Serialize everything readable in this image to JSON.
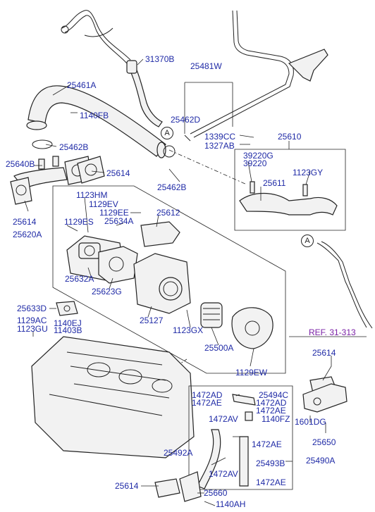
{
  "labels": {
    "p31370B": "31370B",
    "p25481W": "25481W",
    "p25461A": "25461A",
    "p1140FB": "1140FB",
    "p25462D": "25462D",
    "p1339CC": "1339CC",
    "p1327AB": "1327AB",
    "p25610": "25610",
    "p25462B_top": "25462B",
    "p39220G": "39220G",
    "p39220": "39220",
    "p25640B": "25640B",
    "p25614_a": "25614",
    "p1123GY": "1123GY",
    "p25462B_mid": "25462B",
    "p25611": "25611",
    "p1123HM": "1123HM",
    "p1129EV": "1129EV",
    "p1129EE": "1129EE",
    "p25612": "25612",
    "p25614_b": "25614",
    "p1129ES": "1129ES",
    "p25634A": "25634A",
    "p25620A": "25620A",
    "p25632A": "25632A",
    "p25623G": "25623G",
    "p25127": "25127",
    "p25633D": "25633D",
    "p1129AC": "1129AC",
    "p1140EJ": "1140EJ",
    "p1123GU": "1123GU",
    "p11403B": "11403B",
    "p1123GX": "1123GX",
    "ref31313": "REF. 31-313",
    "p25500A": "25500A",
    "p25614_c": "25614",
    "p1129EW": "1129EW",
    "p1472AD_a": "1472AD",
    "p1472AE_a": "1472AE",
    "p25494C": "25494C",
    "p1472AD_b": "1472AD",
    "p1472AE_b": "1472AE",
    "p1472AV_a": "1472AV",
    "p1140FZ": "1140FZ",
    "p1601DG": "1601DG",
    "p1472AE_c": "1472AE",
    "p25492A": "25492A",
    "p25650": "25650",
    "p25493B": "25493B",
    "p25490A": "25490A",
    "p1472AV_b": "1472AV",
    "p1472AE_d": "1472AE",
    "p25614_d": "25614",
    "p25660": "25660",
    "p1140AH": "1140AH"
  },
  "callouts": {
    "a1": "A",
    "a2": "A"
  },
  "colors": {
    "label": "#1f2aa6",
    "ref": "#7a1fa6",
    "line": "#222222"
  }
}
